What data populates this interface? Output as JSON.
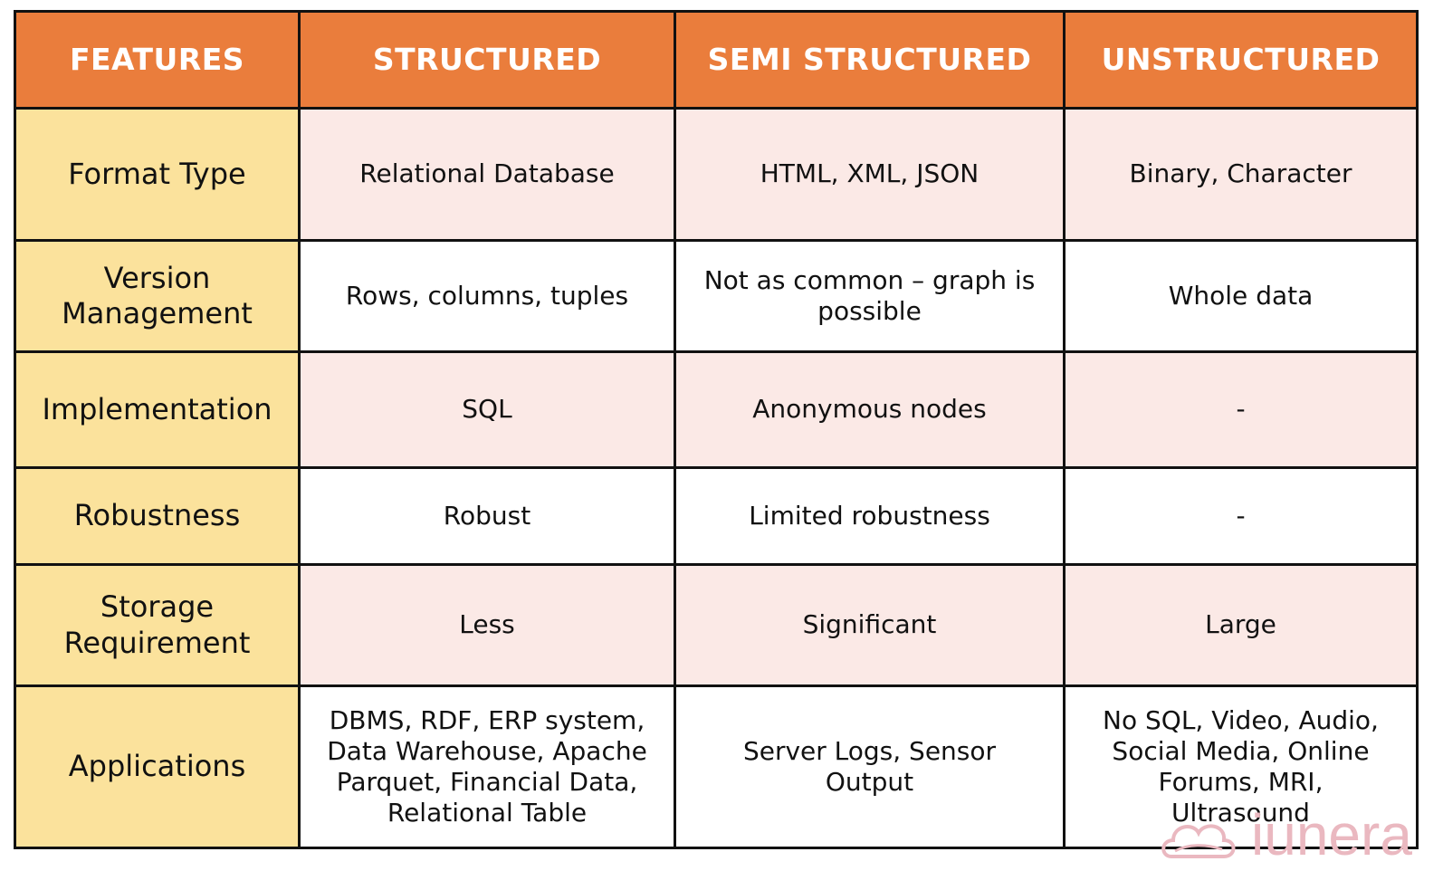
{
  "colors": {
    "header_bg": "#ea7d3c",
    "header_text": "#ffffff",
    "feature_bg": "#fbe29c",
    "pink_row_bg": "#fbe9e6",
    "white_row_bg": "#ffffff",
    "border": "#111111",
    "brand": "#eab8c0"
  },
  "table": {
    "headers": [
      "FEATURES",
      "STRUCTURED",
      "SEMI STRUCTURED",
      "UNSTRUCTURED"
    ],
    "rows": [
      {
        "feature": "Format Type",
        "structured": "Relational Database",
        "semi_structured": "HTML, XML, JSON",
        "unstructured": "Binary, Character"
      },
      {
        "feature": "Version Management",
        "structured": "Rows, columns, tuples",
        "semi_structured": "Not as common – graph is possible",
        "unstructured": "Whole data"
      },
      {
        "feature": "Implementation",
        "structured": "SQL",
        "semi_structured": "Anonymous nodes",
        "unstructured": "-"
      },
      {
        "feature": "Robustness",
        "structured": "Robust",
        "semi_structured": "Limited robustness",
        "unstructured": "-"
      },
      {
        "feature": "Storage Requirement",
        "structured": "Less",
        "semi_structured": "Significant",
        "unstructured": "Large"
      },
      {
        "feature": "Applications",
        "structured": "DBMS, RDF, ERP system, Data Warehouse, Apache Parquet, Financial Data, Relational Table",
        "semi_structured": "Server Logs, Sensor Output",
        "unstructured": "No SQL, Video, Audio, Social Media, Online Forums, MRI, Ultrasound"
      }
    ]
  },
  "brand": {
    "icon": "cloud-icon",
    "wordmark": "iunera"
  }
}
